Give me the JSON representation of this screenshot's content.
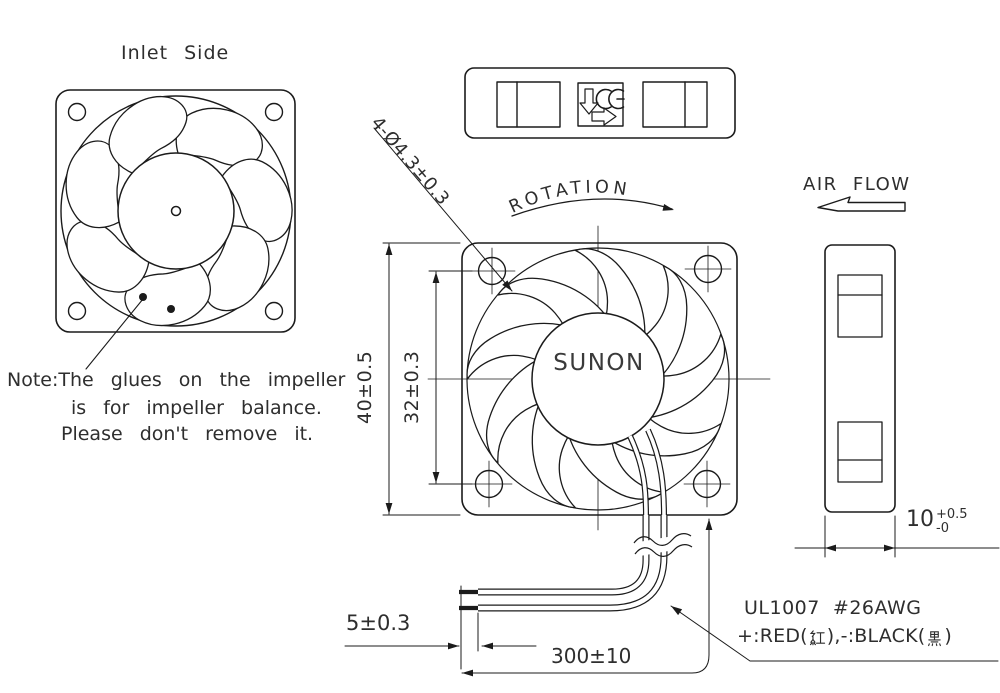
{
  "drawing": {
    "left_view_title": "Inlet Side",
    "brand": "SUNON",
    "rotation_label": "ROTATION",
    "airflow_label": "AIR FLOW",
    "note": {
      "line1": "Note:The glues on the impeller",
      "line2": "is for impeller balance.",
      "line3": "Please don't remove it."
    },
    "dimensions": {
      "mounting_holes": "4-Ø4.3±0.3",
      "frame_size": "40±0.5",
      "hole_pitch": "32±0.3",
      "thickness_base": "10",
      "thickness_tol_plus": "+0.5",
      "thickness_tol_minus": "-0",
      "strip_length": "5±0.3",
      "lead_length": "300±10"
    },
    "wire_spec": {
      "line1": "UL1007  #26AWG",
      "line2_full": "+:RED(紅),-:BLACK(黑)",
      "line2_prefix": "+:RED(",
      "line2_mid": "),-:BLACK(",
      "line2_suffix": ")",
      "red_cn": "紅",
      "black_cn": "黑"
    },
    "icons": {
      "ce_mark": "ce-mark-icon",
      "label_down_arrow": "down-arrow-outline-icon",
      "label_right_arrow": "right-arrow-outline-icon",
      "airflow_arrow": "left-arrow-outline-icon",
      "rotation_arrow": "curved-arrow-icon",
      "hanzi_red": "hanzi-red-icon",
      "hanzi_black": "hanzi-black-icon"
    },
    "colors": {
      "line": "#1b1b1b",
      "text": "#2e2e2e",
      "background": "#ffffff"
    }
  }
}
